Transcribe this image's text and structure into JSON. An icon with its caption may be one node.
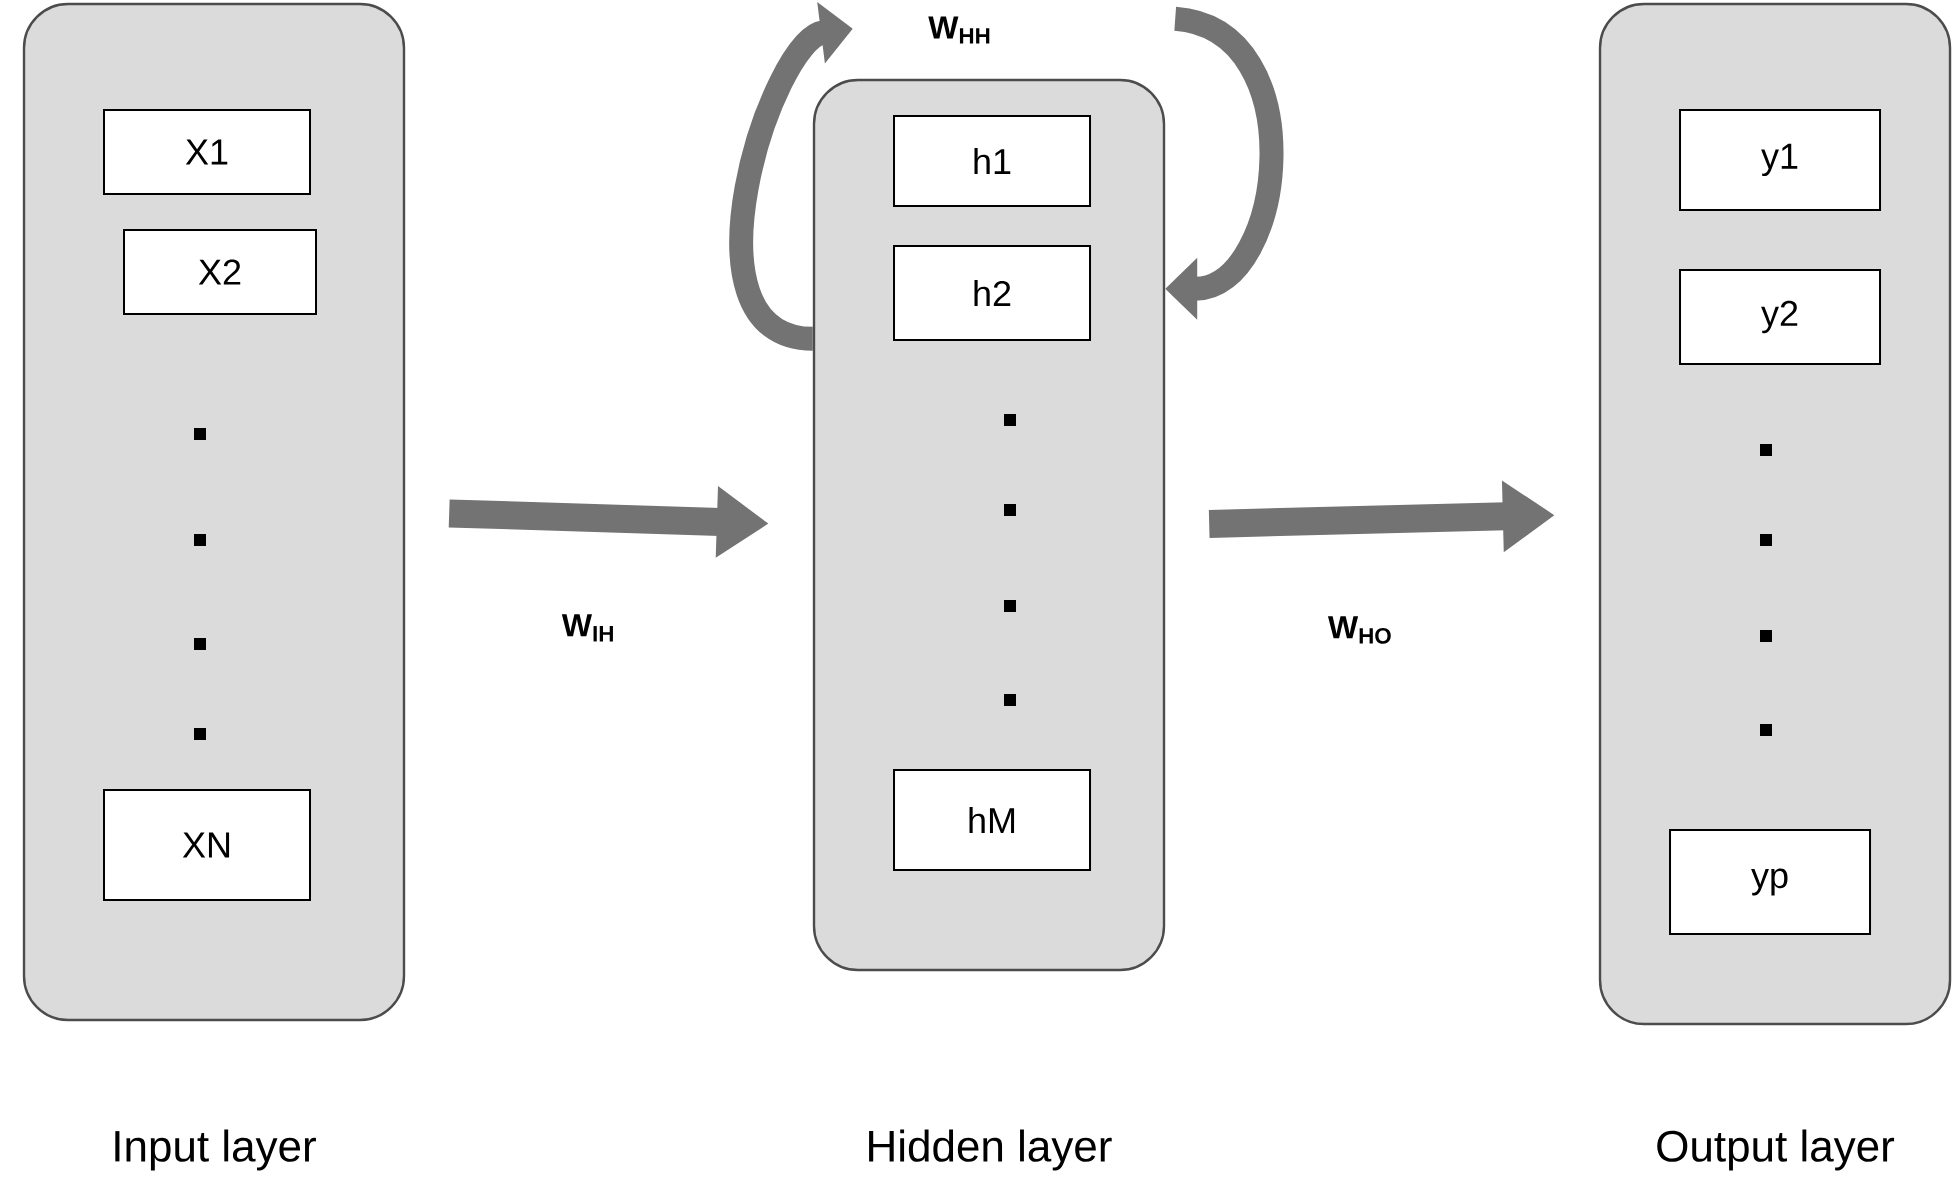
{
  "diagram": {
    "nodes": [
      {
        "text": [
          "Input layer"
        ]
      },
      {
        "text": [
          "X1"
        ],
        "in": 0
      },
      {
        "text": [
          "X2"
        ],
        "in": 0
      },
      {
        "text": [
          "XN"
        ],
        "in": 0
      },
      {
        "text": [
          "Hidden layer"
        ]
      },
      {
        "text": [
          "h1"
        ],
        "in": 4
      },
      {
        "text": [
          "h2"
        ],
        "in": 4
      },
      {
        "text": [
          "hM"
        ],
        "in": 4
      },
      {
        "text": [
          "Output layer"
        ]
      },
      {
        "text": [
          "y1"
        ],
        "in": 8
      },
      {
        "text": [
          "y2"
        ],
        "in": 8
      },
      {
        "text": [
          "yp"
        ],
        "in": 8
      }
    ],
    "edges": [
      {
        "from": 0,
        "to": 4,
        "arrow": "to",
        "label": "W$_{IH}$"
      },
      {
        "from": 4,
        "to": 8,
        "arrow": "to",
        "label": "W$_{HO}$"
      },
      {
        "from": 4,
        "to": null,
        "arrow": "to"
      },
      {
        "from": null,
        "to": 4,
        "arrow": "to"
      }
    ],
    "labels": [
      "W$_{HH}$"
    ]
  }
}
